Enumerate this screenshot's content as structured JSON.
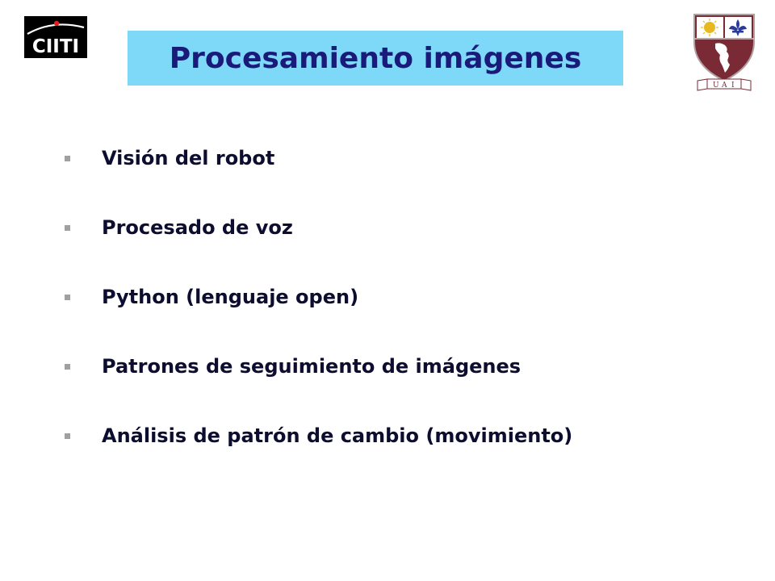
{
  "logos": {
    "left_logo_text": "CIITI",
    "right_crest_letters": [
      "U",
      "A",
      "I"
    ]
  },
  "slide": {
    "title": "Procesamiento imágenes",
    "bullets": [
      "Visión del robot",
      "Procesado de voz",
      "Python (lenguaje open)",
      "Patrones de seguimiento de imágenes",
      "Análisis de patrón de cambio (movimiento)"
    ]
  },
  "colors": {
    "title_background": "#7ed8f8",
    "title_text": "#1a1a7a",
    "bullet_text": "#0d0d30",
    "bullet_marker": "#a0a0a0",
    "crest_maroon": "#7a2a35",
    "crest_blue": "#2a3a9a",
    "crest_gold": "#e8b820"
  },
  "icons": {
    "left_logo": "ciiti-logo",
    "right_logo": "uai-crest",
    "bullet": "square-bullet-icon"
  }
}
